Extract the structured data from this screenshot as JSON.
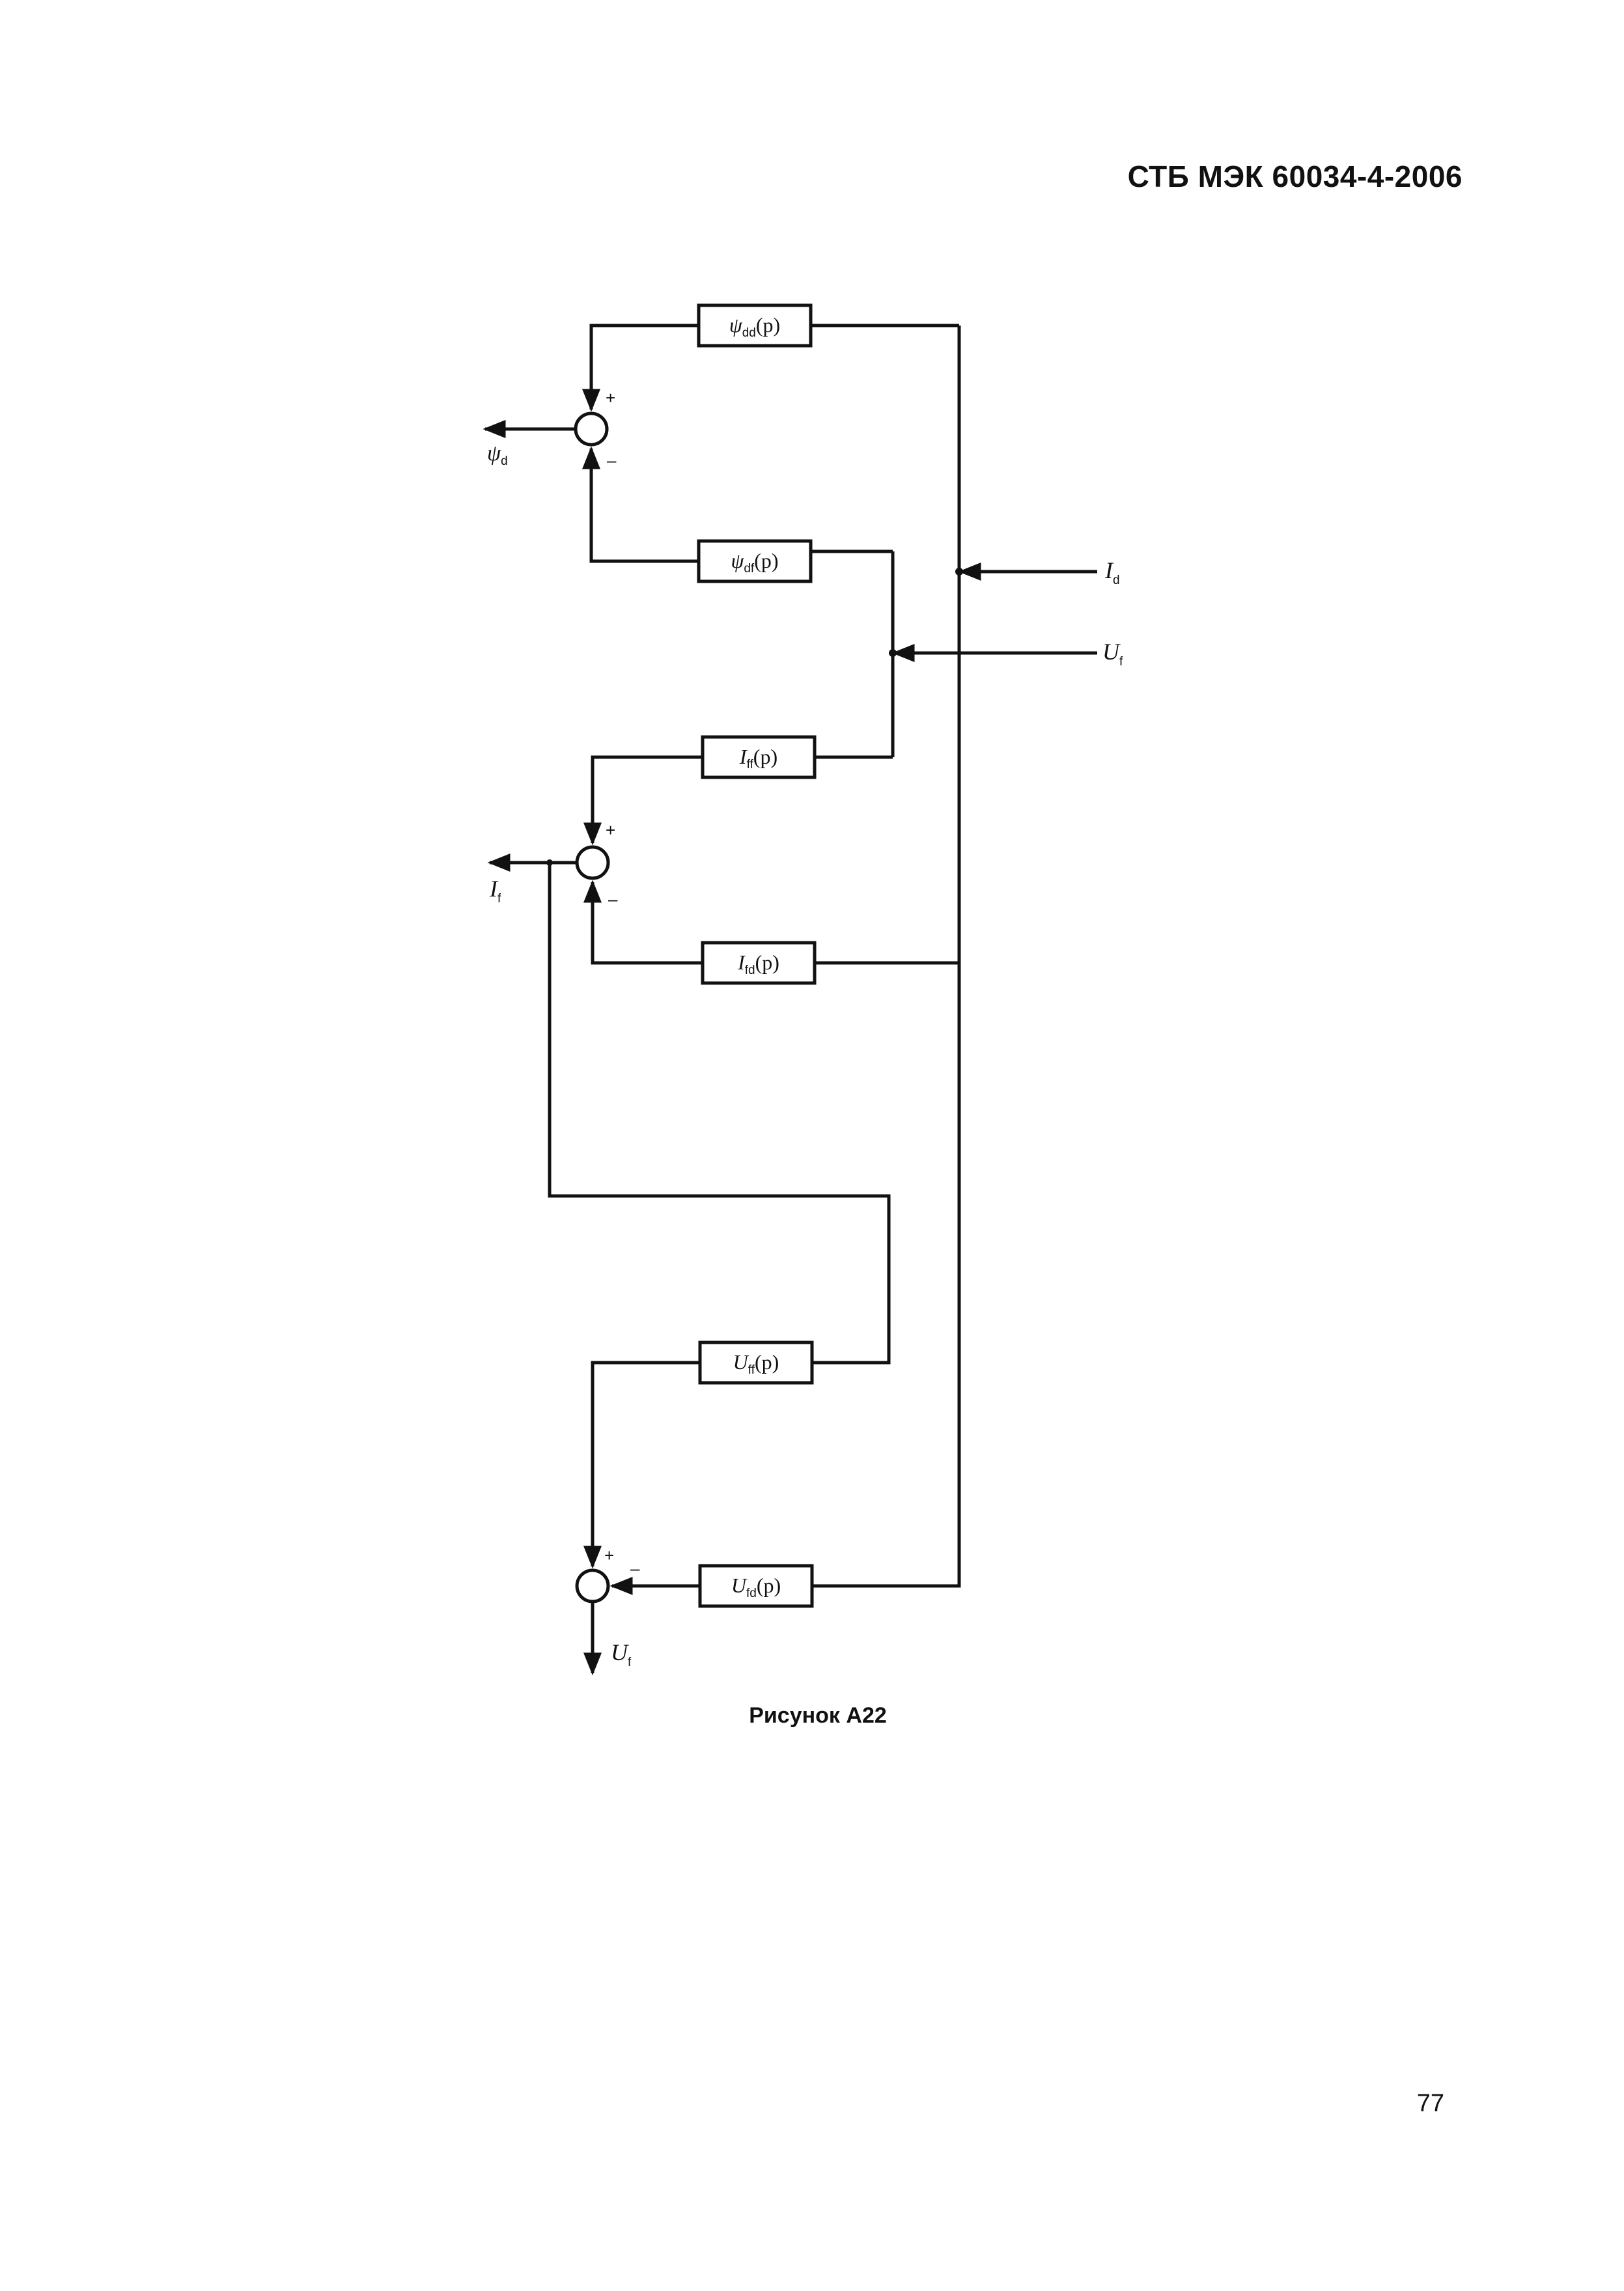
{
  "header": {
    "standard": "СТБ МЭК 60034-4-2006"
  },
  "caption": "Рисунок A22",
  "page_number": "77",
  "blocks": {
    "psi_dd": {
      "base": "ψ",
      "sub": "dd",
      "arg": "(p)"
    },
    "psi_df": {
      "base": "ψ",
      "sub": "df",
      "arg": "(p)"
    },
    "i_ff": {
      "base": "I",
      "sub": "ff",
      "arg": "(p)"
    },
    "i_fd": {
      "base": "I",
      "sub": "fd",
      "arg": "(p)"
    },
    "u_ff": {
      "base": "U",
      "sub": "ff",
      "arg": "(p)"
    },
    "u_fd": {
      "base": "U",
      "sub": "fd",
      "arg": "(p)"
    }
  },
  "signals": {
    "psi_d": {
      "base": "ψ",
      "sub": "d"
    },
    "i_d": {
      "base": "I",
      "sub": "d"
    },
    "u_f_in": {
      "base": "U",
      "sub": "f"
    },
    "i_f": {
      "base": "I",
      "sub": "f"
    },
    "u_f_out": {
      "base": "U",
      "sub": "f"
    }
  },
  "signs": {
    "plus": "+",
    "minus": "–"
  }
}
